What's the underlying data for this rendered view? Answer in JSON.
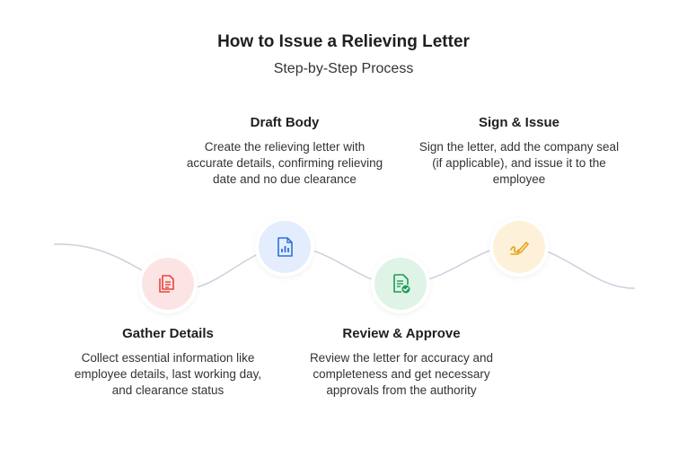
{
  "header": {
    "title": "How to Issue a Relieving Letter",
    "subtitle": "Step-by-Step Process"
  },
  "steps": [
    {
      "title": "Gather Details",
      "description": "Collect essential information like employee details, last working day, and clearance status",
      "icon": "documents-icon",
      "color": "#e8453c",
      "bg": "#fde4e4"
    },
    {
      "title": "Draft Body",
      "description": "Create the relieving letter with accurate details, confirming relieving date and no due clearance",
      "icon": "document-chart-icon",
      "color": "#2f6ee0",
      "bg": "#e3edfd"
    },
    {
      "title": "Review & Approve",
      "description": "Review the letter for accuracy and completeness and get necessary approvals from the authority",
      "icon": "document-check-icon",
      "color": "#1f9d55",
      "bg": "#dff3e6"
    },
    {
      "title": "Sign & Issue",
      "description": "Sign the letter, add the company seal (if applicable), and issue it to the employee",
      "icon": "signature-pen-icon",
      "color": "#e9a21b",
      "bg": "#fdf1d9"
    }
  ]
}
